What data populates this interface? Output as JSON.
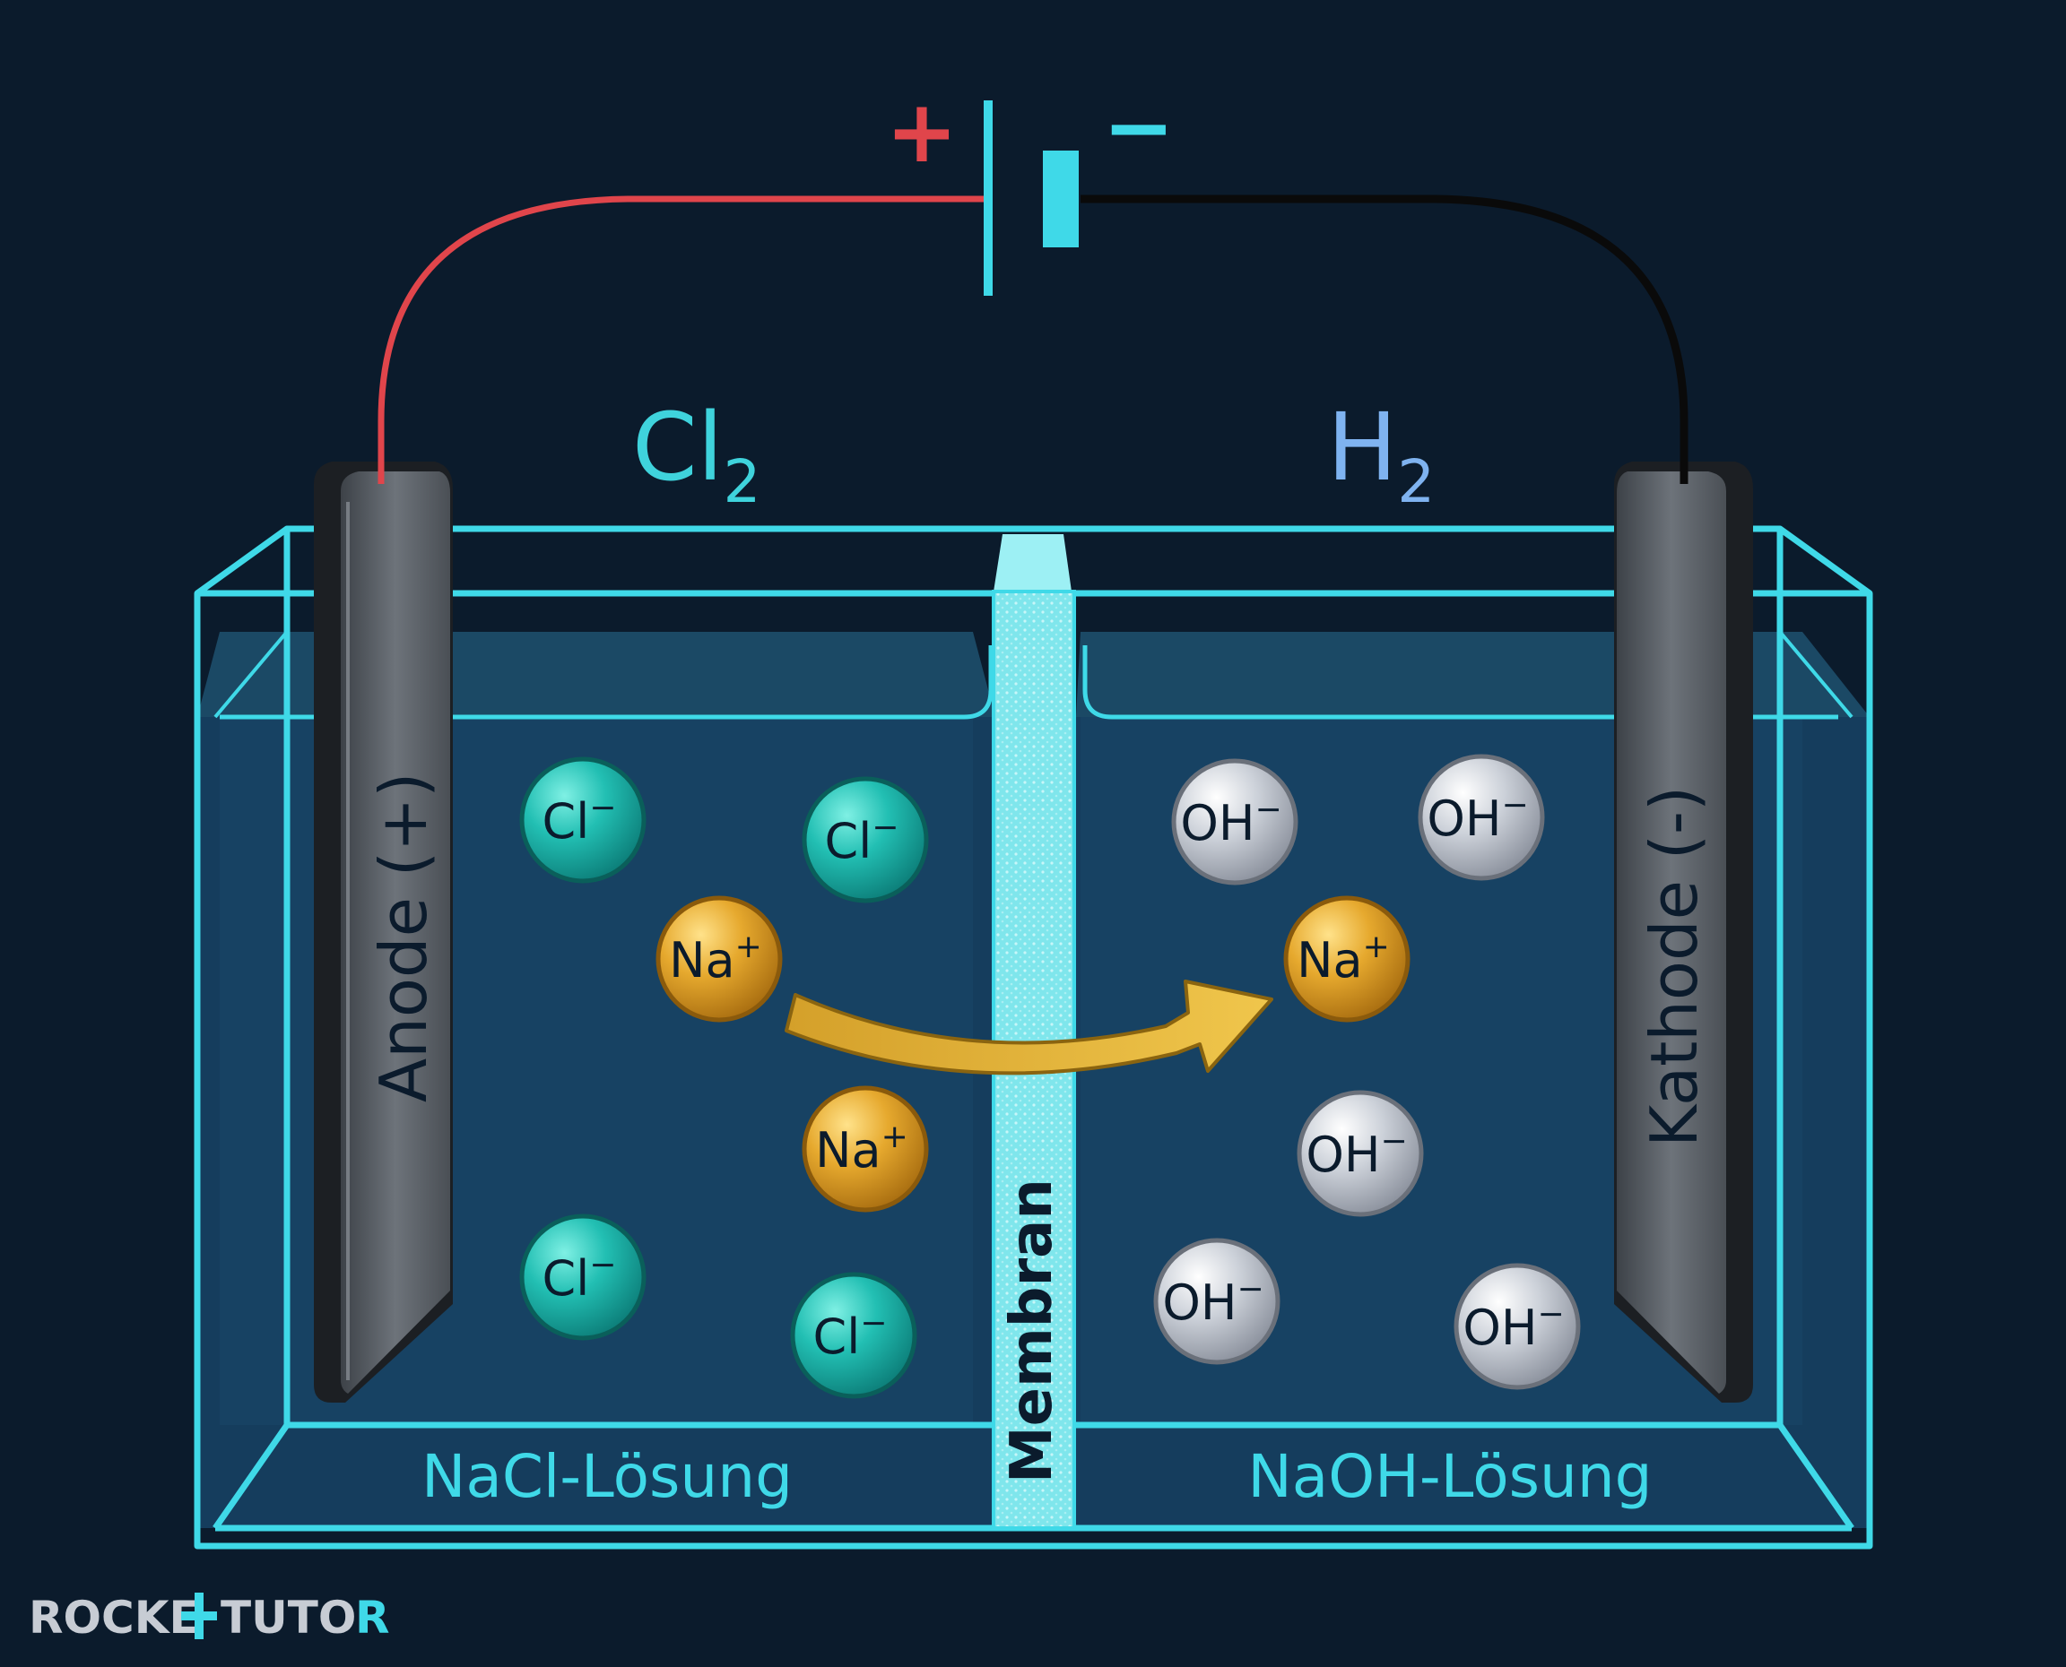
{
  "battery": {
    "plus": "+",
    "minus": "−"
  },
  "gases": {
    "anode": {
      "base": "Cl",
      "sub": "2"
    },
    "cathode": {
      "base": "H",
      "sub": "2"
    }
  },
  "electrodes": {
    "anode": "Anode (+)",
    "cathode": "Kathode (-)"
  },
  "membrane": "Membran",
  "solutions": {
    "left": "NaCl-Lösung",
    "right": "NaOH-Lösung"
  },
  "ions": [
    {
      "base": "Cl",
      "charge": "−",
      "kind": "chloride"
    },
    {
      "base": "Cl",
      "charge": "−",
      "kind": "chloride"
    },
    {
      "base": "Cl",
      "charge": "−",
      "kind": "chloride"
    },
    {
      "base": "Cl",
      "charge": "−",
      "kind": "chloride"
    },
    {
      "base": "Na",
      "charge": "+",
      "kind": "sodium"
    },
    {
      "base": "Na",
      "charge": "+",
      "kind": "sodium"
    },
    {
      "base": "Na",
      "charge": "+",
      "kind": "sodium"
    },
    {
      "base": "OH",
      "charge": "−",
      "kind": "hydroxide"
    },
    {
      "base": "OH",
      "charge": "−",
      "kind": "hydroxide"
    },
    {
      "base": "OH",
      "charge": "−",
      "kind": "hydroxide"
    },
    {
      "base": "OH",
      "charge": "−",
      "kind": "hydroxide"
    },
    {
      "base": "OH",
      "charge": "−",
      "kind": "hydroxide"
    }
  ],
  "logo": "ROCKETUTOR",
  "colors": {
    "background": "#0b1b2c",
    "tank": "#3fd9e8",
    "wire_positive": "#e0454b",
    "wire_negative": "#0a0a0a",
    "chloride": "#1fb5ab",
    "sodium": "#e3a52b",
    "hydroxide": "#c7ccd4",
    "gas_cl2": "#3fd3dc",
    "gas_h2": "#7fb3f0",
    "arrow": "#e3b43a"
  }
}
